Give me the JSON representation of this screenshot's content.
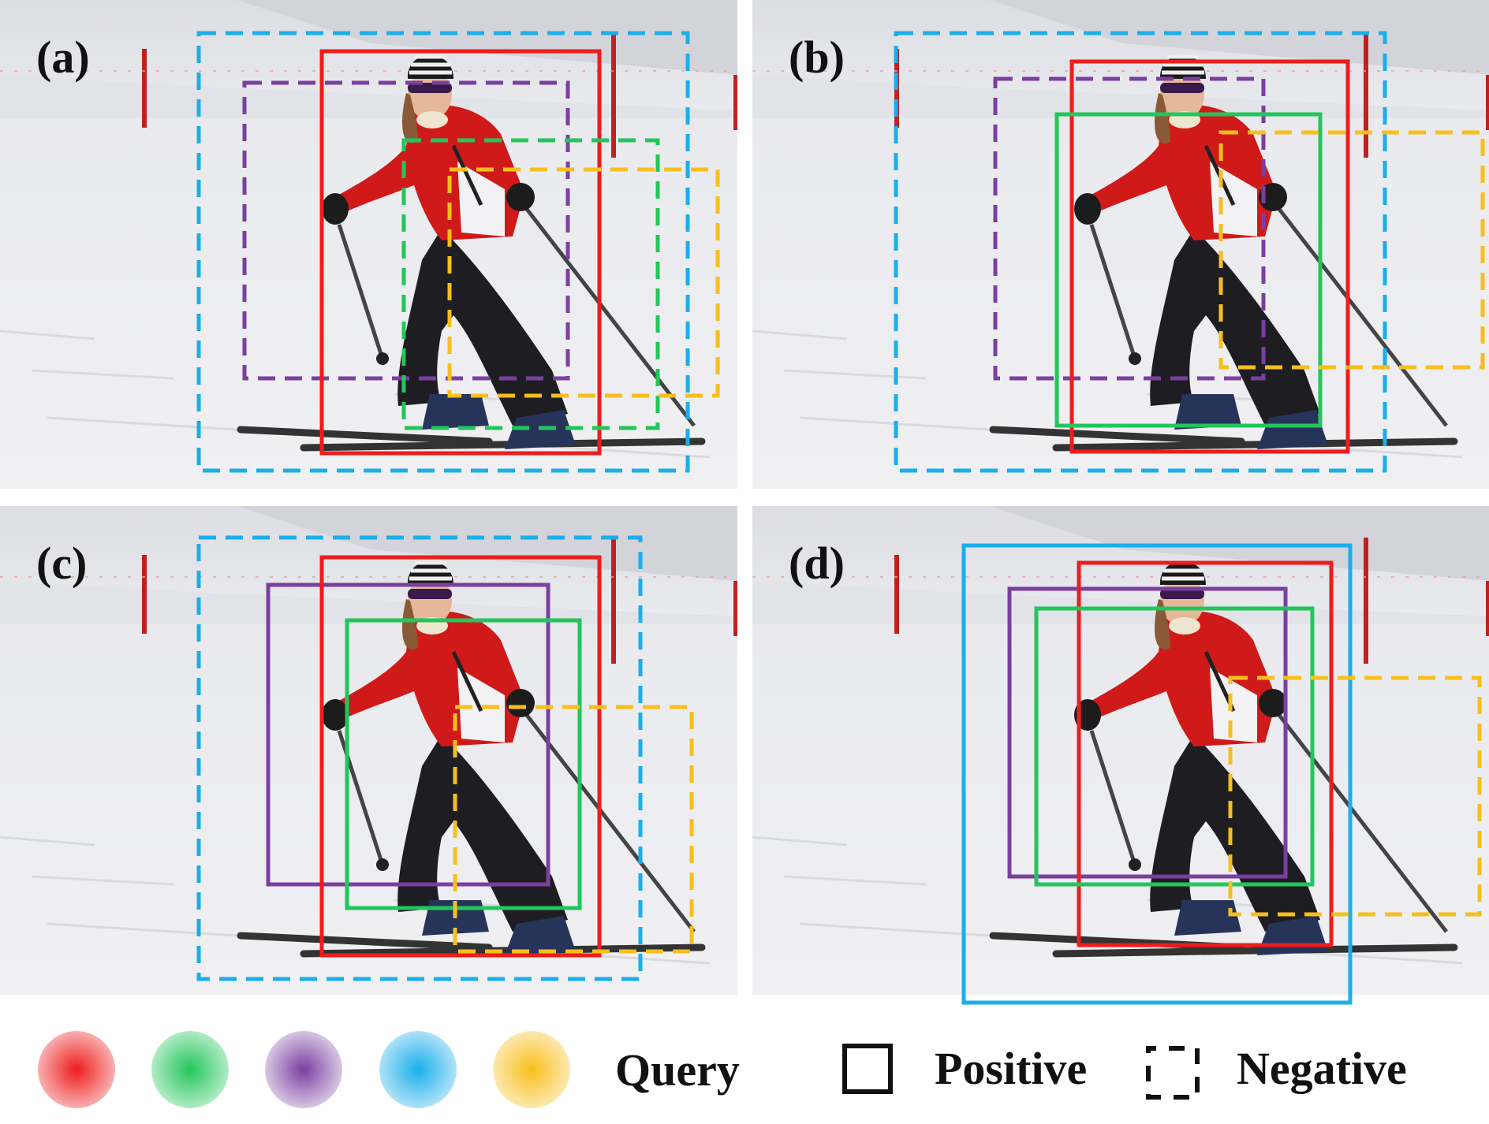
{
  "panels": [
    {
      "id": "a",
      "label": "(a)",
      "boxes": [
        {
          "color": "blue",
          "style": "negative"
        },
        {
          "color": "purple",
          "style": "negative"
        },
        {
          "color": "red",
          "style": "query"
        },
        {
          "color": "green",
          "style": "negative"
        },
        {
          "color": "yellow",
          "style": "negative"
        }
      ]
    },
    {
      "id": "b",
      "label": "(b)",
      "boxes": [
        {
          "color": "blue",
          "style": "negative"
        },
        {
          "color": "purple",
          "style": "negative"
        },
        {
          "color": "red",
          "style": "query"
        },
        {
          "color": "green",
          "style": "positive"
        },
        {
          "color": "yellow",
          "style": "negative"
        }
      ]
    },
    {
      "id": "c",
      "label": "(c)",
      "boxes": [
        {
          "color": "blue",
          "style": "negative"
        },
        {
          "color": "purple",
          "style": "positive"
        },
        {
          "color": "red",
          "style": "query"
        },
        {
          "color": "green",
          "style": "positive"
        },
        {
          "color": "yellow",
          "style": "negative"
        }
      ]
    },
    {
      "id": "d",
      "label": "(d)",
      "boxes": [
        {
          "color": "blue",
          "style": "positive"
        },
        {
          "color": "purple",
          "style": "positive"
        },
        {
          "color": "red",
          "style": "query"
        },
        {
          "color": "green",
          "style": "positive"
        },
        {
          "color": "yellow",
          "style": "negative"
        }
      ]
    }
  ],
  "colors": {
    "red": "#ee1c1c",
    "green": "#22c65a",
    "purple": "#7a3fa0",
    "blue": "#1aaeea",
    "yellow": "#f8bf1c"
  },
  "legend": {
    "query_label": "Query",
    "positive_label": "Positive",
    "negative_label": "Negative",
    "dots": [
      "red",
      "green",
      "purple",
      "blue",
      "yellow"
    ]
  }
}
